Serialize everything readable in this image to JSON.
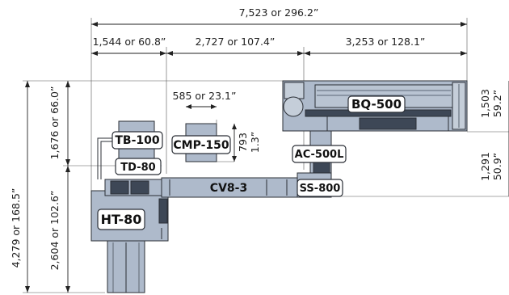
{
  "dimensions": {
    "overall_width": "7,523 or 296.2”",
    "seg_left": "1,544 or 60.8”",
    "seg_middle": "2,727 or 107.4”",
    "seg_right": "3,253 or 128.1”",
    "cmp_width": "585 or 23.1”",
    "cmp_height_mm": "793",
    "cmp_height_in": "1.3”",
    "overall_height": "4,279 or 168.5”",
    "upper_height": "1,676 or 66.0”",
    "lower_height": "2,604 or 102.6”",
    "bq_height_mm": "1,503",
    "bq_height_in": "59.2”",
    "ss_height_mm": "1,291",
    "ss_height_in": "50.9”"
  },
  "components": {
    "bq": "BQ-500",
    "cmp": "CMP-150",
    "tb": "TB-100",
    "td": "TD-80",
    "cv": "CV8-3",
    "ac": "AC-500L",
    "ss": "SS-800",
    "ht": "HT-80"
  },
  "colors": {
    "machine_fill": "#aebacb",
    "machine_dark": "#3d4756",
    "line": "#222222"
  }
}
